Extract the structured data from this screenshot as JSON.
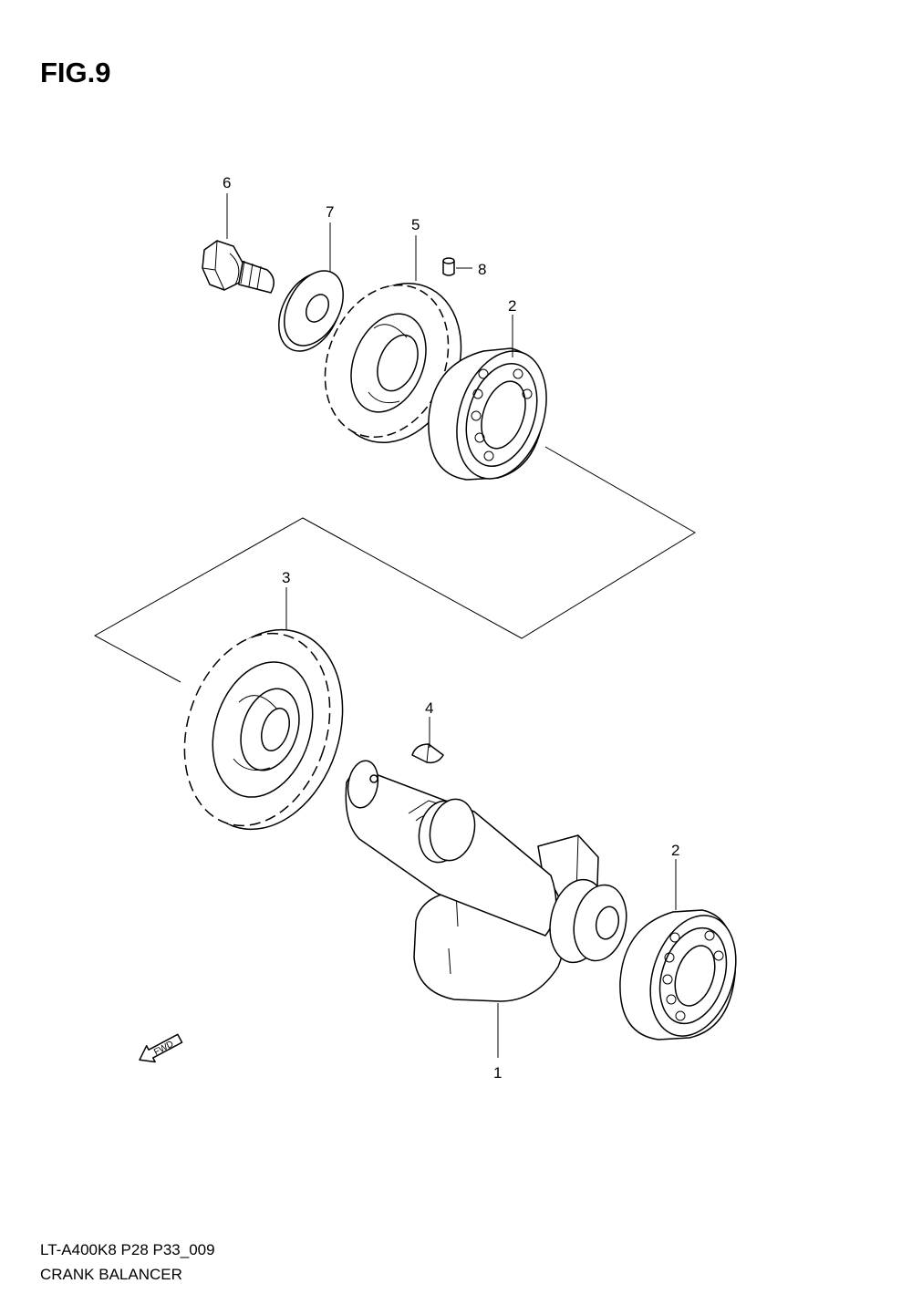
{
  "figure": {
    "title": "FIG.9",
    "model_code": "LT-A400K8 P28 P33_009",
    "name": "CRANK BALANCER"
  },
  "callouts": {
    "c1": "1",
    "c2a": "2",
    "c2b": "2",
    "c3": "3",
    "c4": "4",
    "c5": "5",
    "c6": "6",
    "c7": "7",
    "c8": "8"
  },
  "direction": {
    "label": "FWD",
    "icon": "fwd-arrow-icon"
  }
}
